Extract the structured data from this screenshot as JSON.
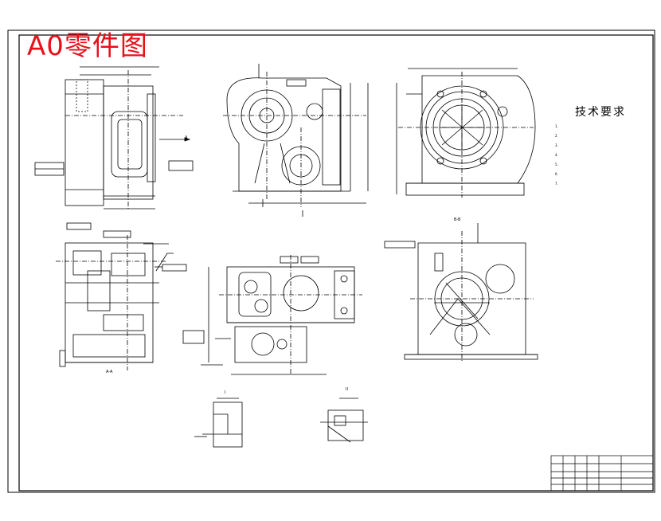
{
  "watermark": {
    "text": "A0零件图",
    "color": "#e8101a"
  },
  "drawing": {
    "line_color": "#000000",
    "background": "#ffffff"
  },
  "tech_requirements": {
    "title": "技术要求",
    "items": [
      "1.",
      "2.",
      "3.",
      "4.",
      "5.",
      "6.",
      "7."
    ]
  },
  "view_labels": {
    "section_aa": "A-A",
    "section_bb": "B-B",
    "view_a": "A",
    "detail_i": "I",
    "detail_ii": "II"
  }
}
